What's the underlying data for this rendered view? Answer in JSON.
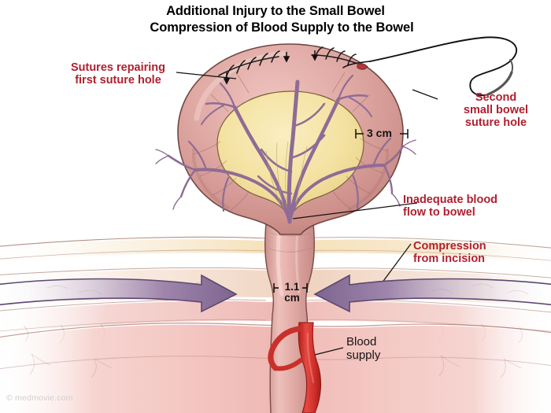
{
  "illustration": {
    "subject": "surgical-cross-section-small-bowel-herniation",
    "title_line1": "Additional Injury to the Small Bowel",
    "title_line2": "Compression of Blood Supply to the Bowel",
    "copyright": "© medmovie.com"
  },
  "labels": {
    "sutures": "Sutures repairing\nfirst suture hole",
    "sutures_l1": "Sutures repairing",
    "sutures_l2": "first suture hole",
    "second_hole_l1": "Second",
    "second_hole_l2": "small bowel",
    "second_hole_l3": "suture hole",
    "inadequate_l1": "Inadequate blood",
    "inadequate_l2": "flow to bowel",
    "compression_l1": "Compression",
    "compression_l2": "from incision",
    "blood_supply_l1": "Blood",
    "blood_supply_l2": "supply"
  },
  "measurements": {
    "bowel_width": "3 cm",
    "neck_width_value": "1.1",
    "neck_width_unit": "cm"
  },
  "colors": {
    "label_red": "#B02030",
    "label_black": "#141414",
    "bowel_wall_light": "#E4B5B2",
    "bowel_wall_mid": "#D49C99",
    "bowel_wall_dark": "#BE8380",
    "mesentery_fat": "#F5E3A8",
    "mesentery_fat_dark": "#E8CE86",
    "vessel_purple": "#8F6B96",
    "artery_red": "#D32F2F",
    "arrow_purple": "#8B7099",
    "fat_layer": "#F6E2BE",
    "skin_layer": "#F3D9C8",
    "outline": "#6B4A46",
    "copyright_gray": "#CFCFCF"
  },
  "annotations": {
    "suture_count_left": 7,
    "suture_count_right": 5,
    "arrow_markers": 3,
    "compression_arrows": 2,
    "needle": "curved-surgical-needle-with-thread"
  }
}
